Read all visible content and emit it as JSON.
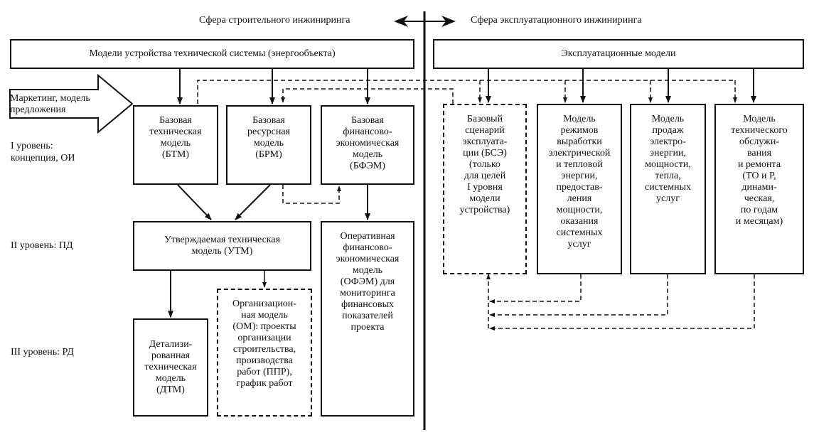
{
  "spheres": {
    "construction": "Сфера строительного инжиниринга",
    "operation": "Сфера эксплуатационного инжиниринга"
  },
  "marketing": "Маркетинг, модель\nпредложения",
  "levels": {
    "level1": "I уровень:\nконцепция, ОИ",
    "level2": "II уровень: ПД",
    "level3": "III уровень: РД"
  },
  "boxes": {
    "device_models": "Модели устройства технической системы (энергообъекта)",
    "operational_models": "Эксплуатационные модели",
    "btm": "Базовая\nтехническая\nмодель\n(БТМ)",
    "brm": "Базовая\nресурсная\nмодель\n(БРМ)",
    "bfem": "Базовая\nфинансово-\nэкономическая\nмодель\n(БФЭМ)",
    "utm": "Утверждаемая техническая\nмодель (УТМ)",
    "ofem": "Оперативная\nфинансово-\nэкономическая\nмодель\n(ОФЭМ) для\nмониторинга\nфинансовых\nпоказателей\nпроекта",
    "om": "Организацион-\nная модель\n(ОМ): проекты\nорганизации\nстроительства,\nпроизводства\nработ (ППР),\nграфик работ",
    "dtm": "Детализи-\nрованная\nтехническая\nмодель\n(ДТМ)",
    "bse": "Базовый\nсценарий\nэксплуата-\nции (БСЭ)\n(только\nдля целей\nI уровня\nмодели\nустройства)",
    "modes": "Модель\nрежимов\nвыработки\nэлектрической\nи тепловой\nэнергии,\nпредостав-\nления\nмощности,\nоказания\nсистемных\nуслуг",
    "sales": "Модель\nпродаж\nэлектро-\nэнергии,\nмощности,\nтепла,\nсистемных\nуслуг",
    "maintenance": "Модель\nтехнического\nобслужи-\nвания\nи ремонта\n(ТО и Р,\nдинами-\nческая,\nпо годам\nи месяцам)"
  }
}
